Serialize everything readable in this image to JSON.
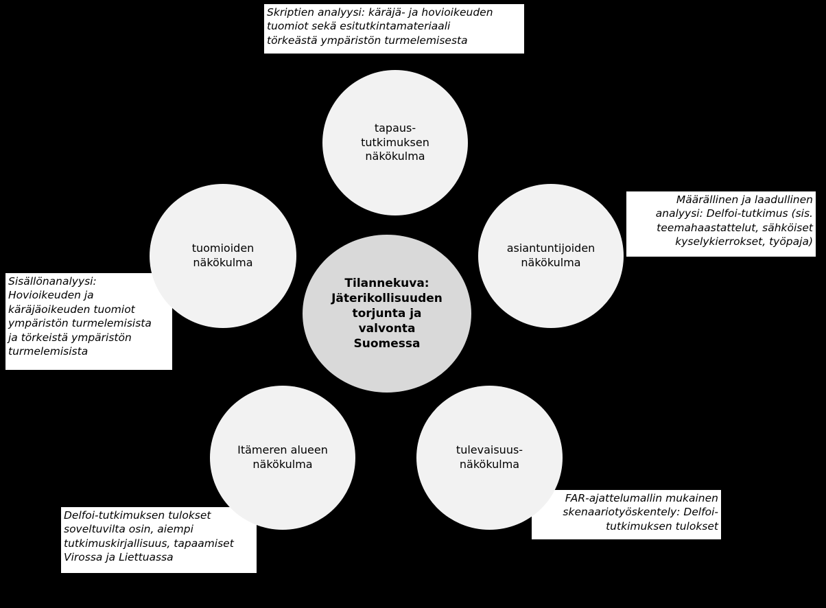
{
  "center": {
    "label": "Tilannekuva:\nJäterikollisuuden\ntorjunta ja\nvalvonta\nSuomessa"
  },
  "perspectives": {
    "top": "tapaus-\ntutkimuksen\nnäkökulma",
    "left": "tuomioiden\nnäkökulma",
    "right": "asiantuntijoiden\nnäkökulma",
    "bottom_left": "Itämeren alueen\nnäkökulma",
    "bottom_right": "tulevaisuus-\nnäkökulma"
  },
  "methods": {
    "top": "Skriptien analyysi: käräjä- ja hovioikeuden\ntuomiot sekä esitutkintamateriaali\ntörkeästä ympäristön turmelemisesta",
    "right": "Määrällinen ja laadullinen\nanalyysi: Delfoi-tutkimus (sis.\nteemahaastattelut, sähköiset\nkyselykierrokset, työpaja)",
    "left": "Sisällönanalyysi:\nHovioikeuden ja\nkäräjäoikeuden tuomiot\nympäristön turmelemisista\nja törkeistä ympäristön\nturmelemisista",
    "bottom_left": "Delfoi-tutkimuksen tulokset\nsoveltuvilta osin, aiempi\ntutkimuskirjallisuus, tapaamiset\nVirossa ja Liettuassa",
    "bottom_right": "FAR-ajattelumallin mukainen\nskenaariotyöskentely: Delfoi-\ntutkimuksen tulokset"
  },
  "colors": {
    "background": "#000000",
    "outer_circle": "#f2f2f2",
    "center_circle": "#d9d9d9",
    "text_box": "#ffffff"
  }
}
